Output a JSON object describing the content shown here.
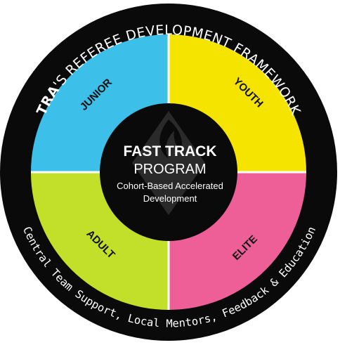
{
  "framework_title": {
    "brand": "TRA",
    "rest": "'S REFEREE DEVELOPMENT FRAMEWORK"
  },
  "bottom_caption": "Central Team Support, Local Mentors, Feedback & Education",
  "quadrants": [
    {
      "label": "JUNIOR",
      "color": "#3cbfe8"
    },
    {
      "label": "YOUTH",
      "color": "#f5e400"
    },
    {
      "label": "ELITE",
      "color": "#ee5f98"
    },
    {
      "label": "ADULT",
      "color": "#c2e02a"
    }
  ],
  "center": {
    "title": "FAST TRACK",
    "subtitle": "PROGRAM",
    "description_line1": "Cohort-Based Accelerated",
    "description_line2": "Development"
  },
  "colors": {
    "outer_ring": "#0a0a0a",
    "divider": "#ffffff",
    "center_background": "#0a0a0a",
    "text": "#ffffff"
  }
}
